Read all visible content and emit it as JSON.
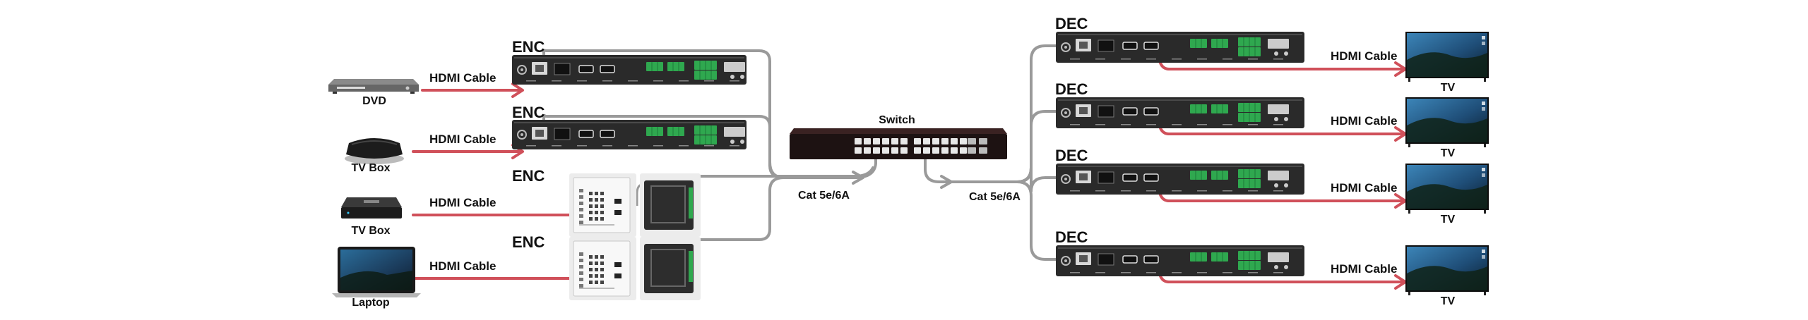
{
  "sources": [
    {
      "label": "DVD",
      "cable": "HDMI Cable",
      "icon": "dvd-player-icon"
    },
    {
      "label": "TV Box",
      "cable": "HDMI Cable",
      "icon": "tv-box-icon"
    },
    {
      "label": "TV Box",
      "cable": "HDMI Cable",
      "icon": "tv-box-icon"
    },
    {
      "label": "Laptop",
      "cable": "HDMI Cable",
      "icon": "laptop-icon"
    }
  ],
  "encoders": [
    {
      "label": "ENC",
      "type": "box"
    },
    {
      "label": "ENC",
      "type": "box"
    },
    {
      "label": "ENC",
      "type": "wallplate"
    },
    {
      "label": "ENC",
      "type": "wallplate"
    }
  ],
  "switch": {
    "label": "Switch"
  },
  "links": {
    "left": "Cat  5e/6A",
    "right": "Cat  5e/6A"
  },
  "decoders": [
    {
      "label": "DEC"
    },
    {
      "label": "DEC"
    },
    {
      "label": "DEC"
    },
    {
      "label": "DEC"
    }
  ],
  "displays": [
    {
      "label": "TV",
      "cable": "HDMI Cable"
    },
    {
      "label": "TV",
      "cable": "HDMI Cable"
    },
    {
      "label": "TV",
      "cable": "HDMI Cable"
    },
    {
      "label": "TV",
      "cable": "HDMI Cable"
    }
  ],
  "colors": {
    "hdmi": "#d0505a",
    "cat": "#9a9a9a",
    "device": "#2a2a2a",
    "port_green": "#2fa84f"
  }
}
